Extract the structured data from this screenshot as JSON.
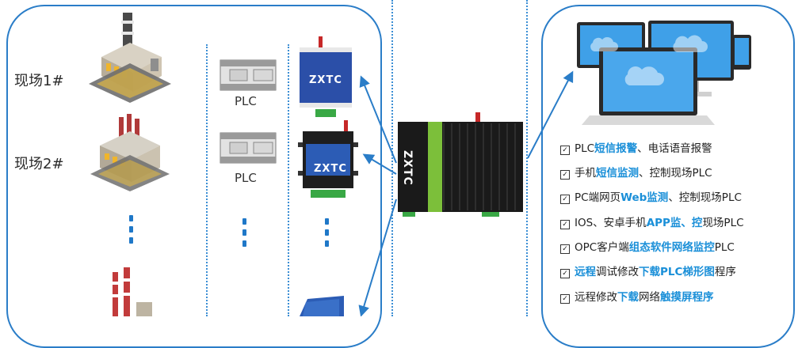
{
  "sites": [
    {
      "label": "现场1#"
    },
    {
      "label": "现场2#"
    }
  ],
  "plc_labels": [
    "PLC",
    "PLC"
  ],
  "brand": "ZXTC",
  "features": [
    {
      "parts": [
        {
          "t": "PLC",
          "h": false
        },
        {
          "t": "短信报警",
          "h": true
        },
        {
          "t": "、电话语音报警",
          "h": false
        }
      ]
    },
    {
      "parts": [
        {
          "t": "手机",
          "h": false
        },
        {
          "t": "短信监测",
          "h": true
        },
        {
          "t": "、控制现场PLC",
          "h": false
        }
      ]
    },
    {
      "parts": [
        {
          "t": "PC端网页",
          "h": false
        },
        {
          "t": "Web监测",
          "h": true
        },
        {
          "t": "、控制现场PLC",
          "h": false
        }
      ]
    },
    {
      "parts": [
        {
          "t": "IOS、安卓手机",
          "h": false
        },
        {
          "t": "APP监、控",
          "h": true
        },
        {
          "t": "现场PLC",
          "h": false
        }
      ]
    },
    {
      "parts": [
        {
          "t": "OPC客户端",
          "h": false
        },
        {
          "t": "组态软件网络监控",
          "h": true
        },
        {
          "t": "PLC",
          "h": false
        }
      ]
    },
    {
      "parts": [
        {
          "t": "远程",
          "h": true
        },
        {
          "t": "调试修改",
          "h": false
        },
        {
          "t": "下载PLC梯形图",
          "h": true
        },
        {
          "t": "程序",
          "h": false
        }
      ]
    },
    {
      "parts": [
        {
          "t": "远程修改",
          "h": false
        },
        {
          "t": "下载",
          "h": true
        },
        {
          "t": "网络",
          "h": false
        },
        {
          "t": "触摸屏程序",
          "h": true
        }
      ]
    }
  ],
  "colors": {
    "accent": "#2a7dc8",
    "highlight": "#1a8fd8",
    "device_dark": "#1c1c1c",
    "green": "#39a845"
  }
}
